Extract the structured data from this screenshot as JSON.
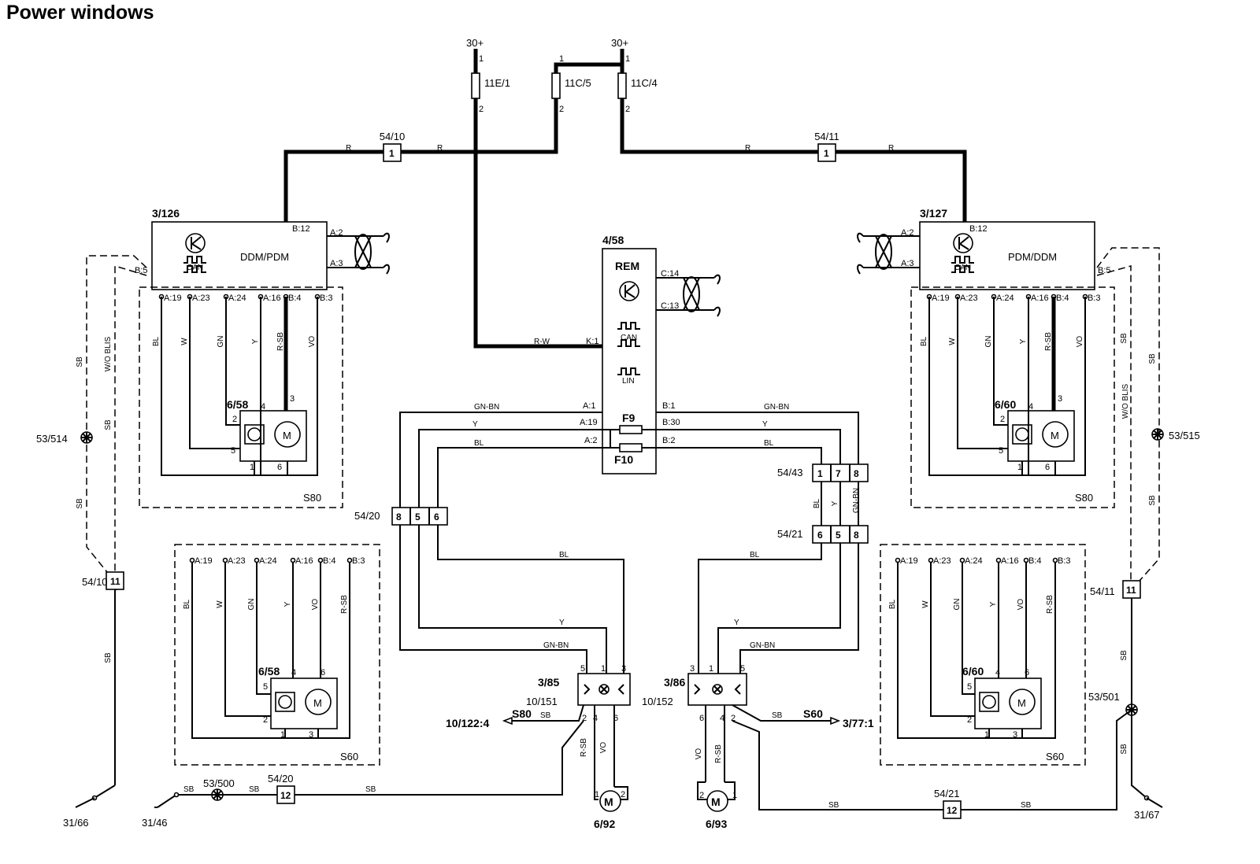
{
  "title": "Power windows",
  "supply": {
    "left": "30+",
    "right": "30+"
  },
  "fuses": {
    "f1": "11E/1",
    "f2": "11C/5",
    "f3": "11C/4"
  },
  "modules": {
    "left": {
      "id": "3/126",
      "name": "DDM/PDM",
      "can": "CAN",
      "b12": "B:12",
      "b5": "B:5",
      "a2": "A:2",
      "a3": "A:3",
      "pins": [
        "A:19",
        "A:23",
        "A:24",
        "A:16",
        "B:4",
        "B:3"
      ]
    },
    "right": {
      "id": "3/127",
      "name": "PDM/DDM",
      "can": "CAN",
      "b12": "B:12",
      "b5": "B:5",
      "a2": "A:2",
      "a3": "A:3",
      "pins": [
        "A:19",
        "A:23",
        "A:24",
        "A:16",
        "B:4",
        "B:3"
      ]
    },
    "rem": {
      "id": "4/58",
      "name": "REM",
      "can": "CAN",
      "lin": "LIN",
      "c14": "C:14",
      "c13": "C:13",
      "k1": "K:1",
      "a1": "A:1",
      "a19": "A:19",
      "a2": "A:2",
      "b1": "B:1",
      "b30": "B:30",
      "b2": "B:2",
      "f9": "F9",
      "f10": "F10"
    }
  },
  "wires": {
    "r": "R",
    "rw": "R-W",
    "gnbn": "GN-BN",
    "y": "Y",
    "bl": "BL",
    "w": "W",
    "gn": "GN",
    "rsb": "R-SB",
    "vo": "VO",
    "sb": "SB",
    "s80": "S80",
    "s60": "S60",
    "woblis": "W/O BLIS"
  },
  "connectors": {
    "c5410": "54/10",
    "c5411": "54/11",
    "c5420": "54/20",
    "c5421": "54/21",
    "c5443": "54/43",
    "n1": "1",
    "n5": "5",
    "n6": "6",
    "n7": "7",
    "n8": "8",
    "n11": "11",
    "n12": "12"
  },
  "components": {
    "m658": "6/58",
    "m660": "6/60",
    "sw385": "3/85",
    "sw386": "3/86",
    "c10151": "10/151",
    "c10152": "10/152",
    "m692": "6/92",
    "m693": "6/93",
    "motor": "M",
    "e53514": "53/514",
    "e53515": "53/515",
    "e53500": "53/500",
    "e53501": "53/501",
    "g3166": "31/66",
    "g3146": "31/46",
    "g3167": "31/67",
    "ref10122": "10/122:4",
    "ref377": "3/77:1"
  },
  "pin_numbers": {
    "p1": "1",
    "p2": "2",
    "p3": "3",
    "p4": "4",
    "p5": "5",
    "p6": "6"
  }
}
